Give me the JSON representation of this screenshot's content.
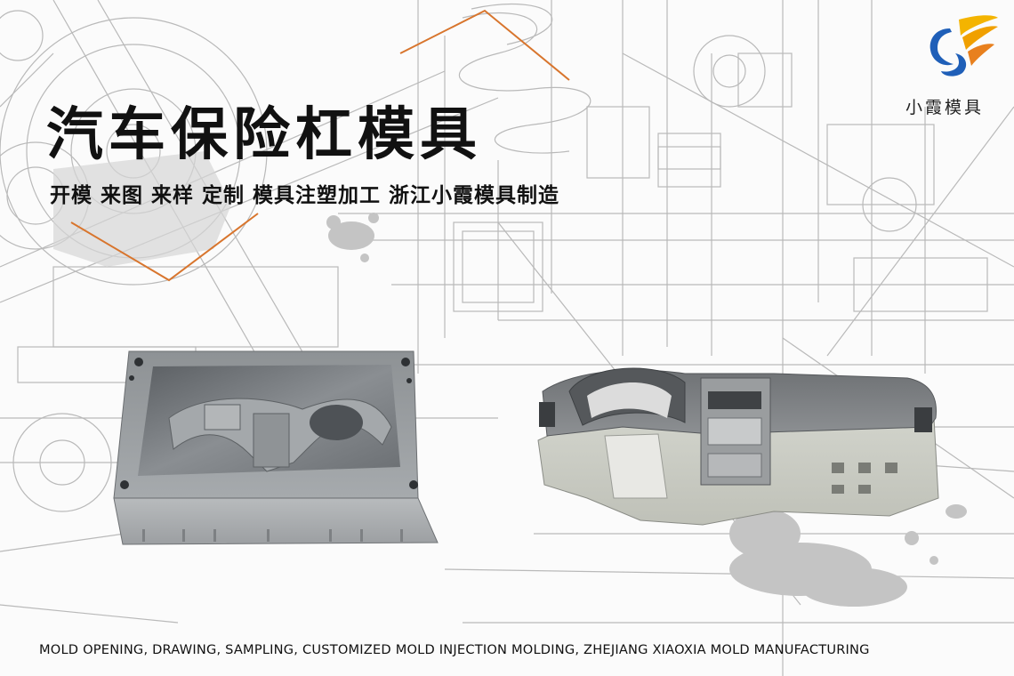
{
  "title": "汽车保险杠模具",
  "subtitle": "开模 来图 来样 定制 模具注塑加工 浙江小霞模具制造",
  "brand": {
    "name": "小霞模具",
    "logo_icon": "xiaoxia-swoosh-logo-icon",
    "colors": {
      "blue": "#1f5fb8",
      "yellow": "#f4b400",
      "orange": "#e8801e"
    }
  },
  "footer": "MOLD OPENING, DRAWING, SAMPLING, CUSTOMIZED MOLD INJECTION MOLDING, ZHEJIANG XIAOXIA MOLD MANUFACTURING",
  "accent_color": "#d8752d"
}
